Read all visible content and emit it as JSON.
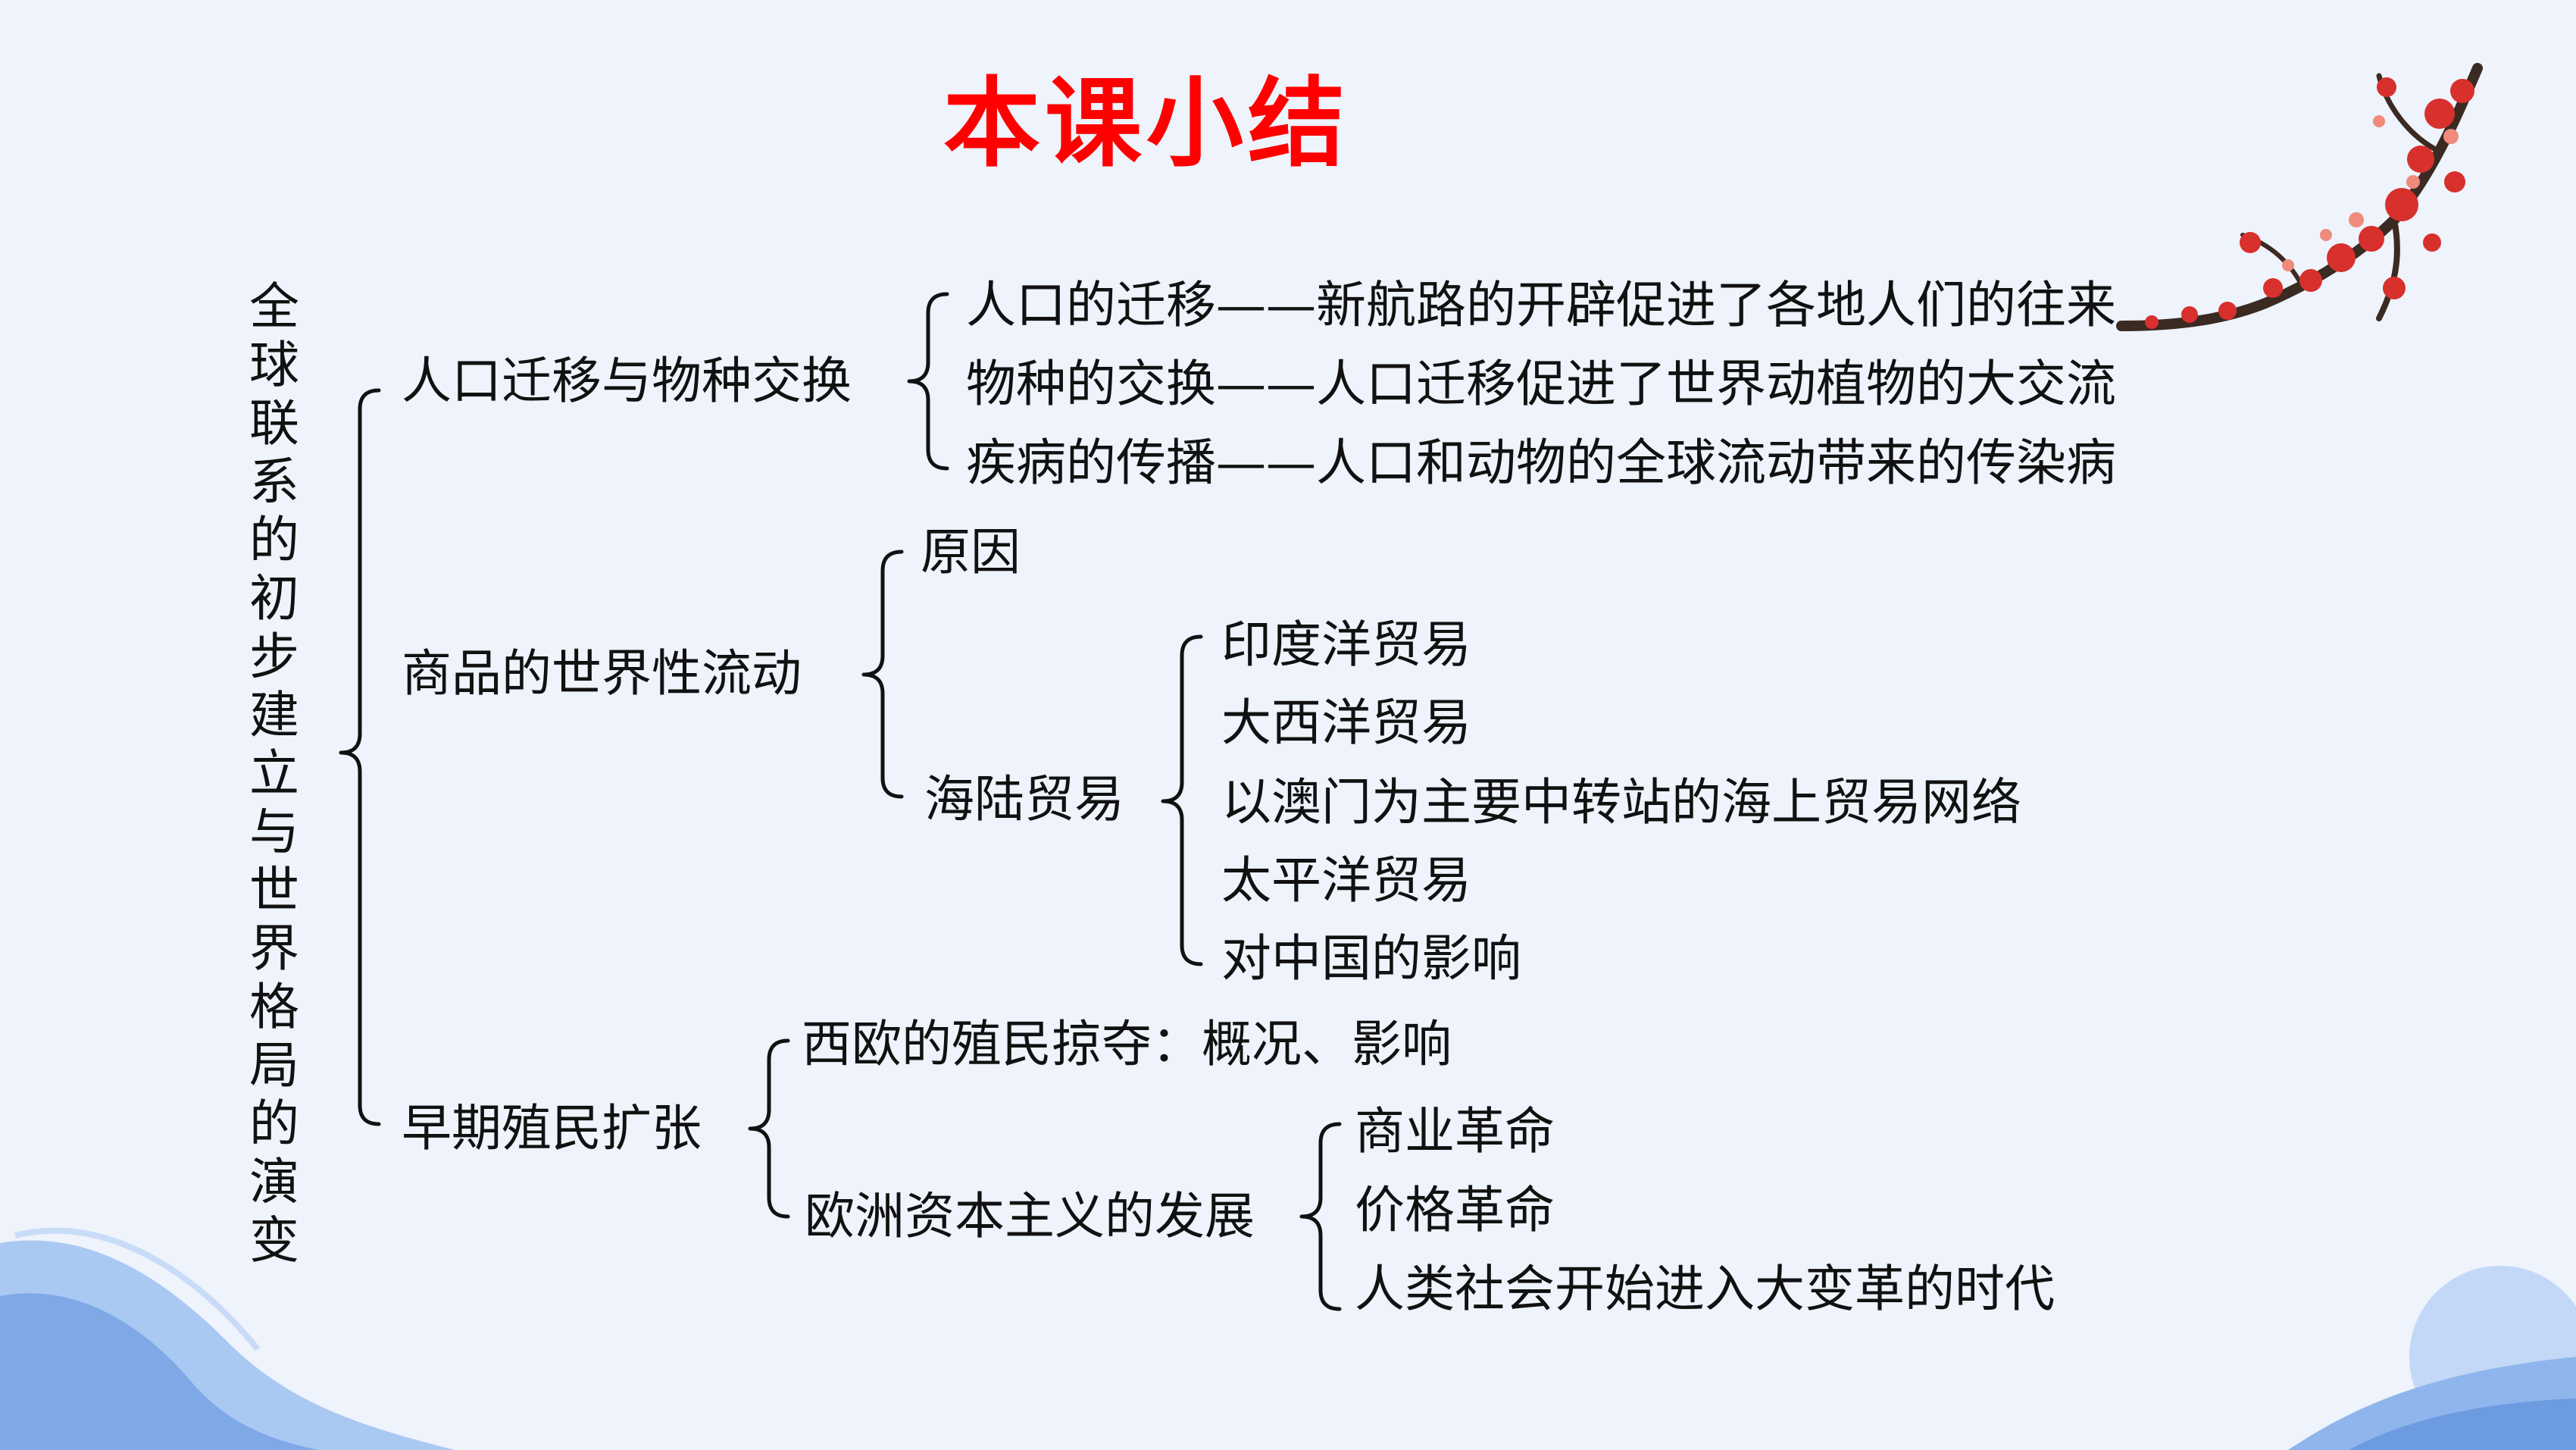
{
  "title": "本课小结",
  "root": "全球联系的初步建立与世界格局的演变",
  "branches": {
    "b1": {
      "label": "人口迁移与物种交换",
      "items": [
        "人口的迁移——新航路的开辟促进了各地人们的往来",
        "物种的交换——人口迁移促进了世界动植物的大交流",
        "疾病的传播——人口和动物的全球流动带来的传染病"
      ]
    },
    "b2": {
      "label": "商品的世界性流动",
      "reason": "原因",
      "trade": {
        "label": "海陆贸易",
        "items": [
          "印度洋贸易",
          "大西洋贸易",
          "以澳门为主要中转站的海上贸易网络",
          "太平洋贸易",
          "对中国的影响"
        ]
      }
    },
    "b3": {
      "label": "早期殖民扩张",
      "colonial": "西欧的殖民掠夺：概况、影响",
      "capitalism": {
        "label": "欧洲资本主义的发展",
        "items": [
          "商业革命",
          "价格革命",
          "人类社会开始进入大变革的时代"
        ]
      }
    }
  },
  "colors": {
    "title": "#ff0000",
    "background": "#eef3fc",
    "text": "#111111",
    "wave": "#8fb6ec",
    "blossom": "#d8302c"
  },
  "icons": [
    "plum-blossom-branch-decoration",
    "wave-corner-decoration"
  ]
}
